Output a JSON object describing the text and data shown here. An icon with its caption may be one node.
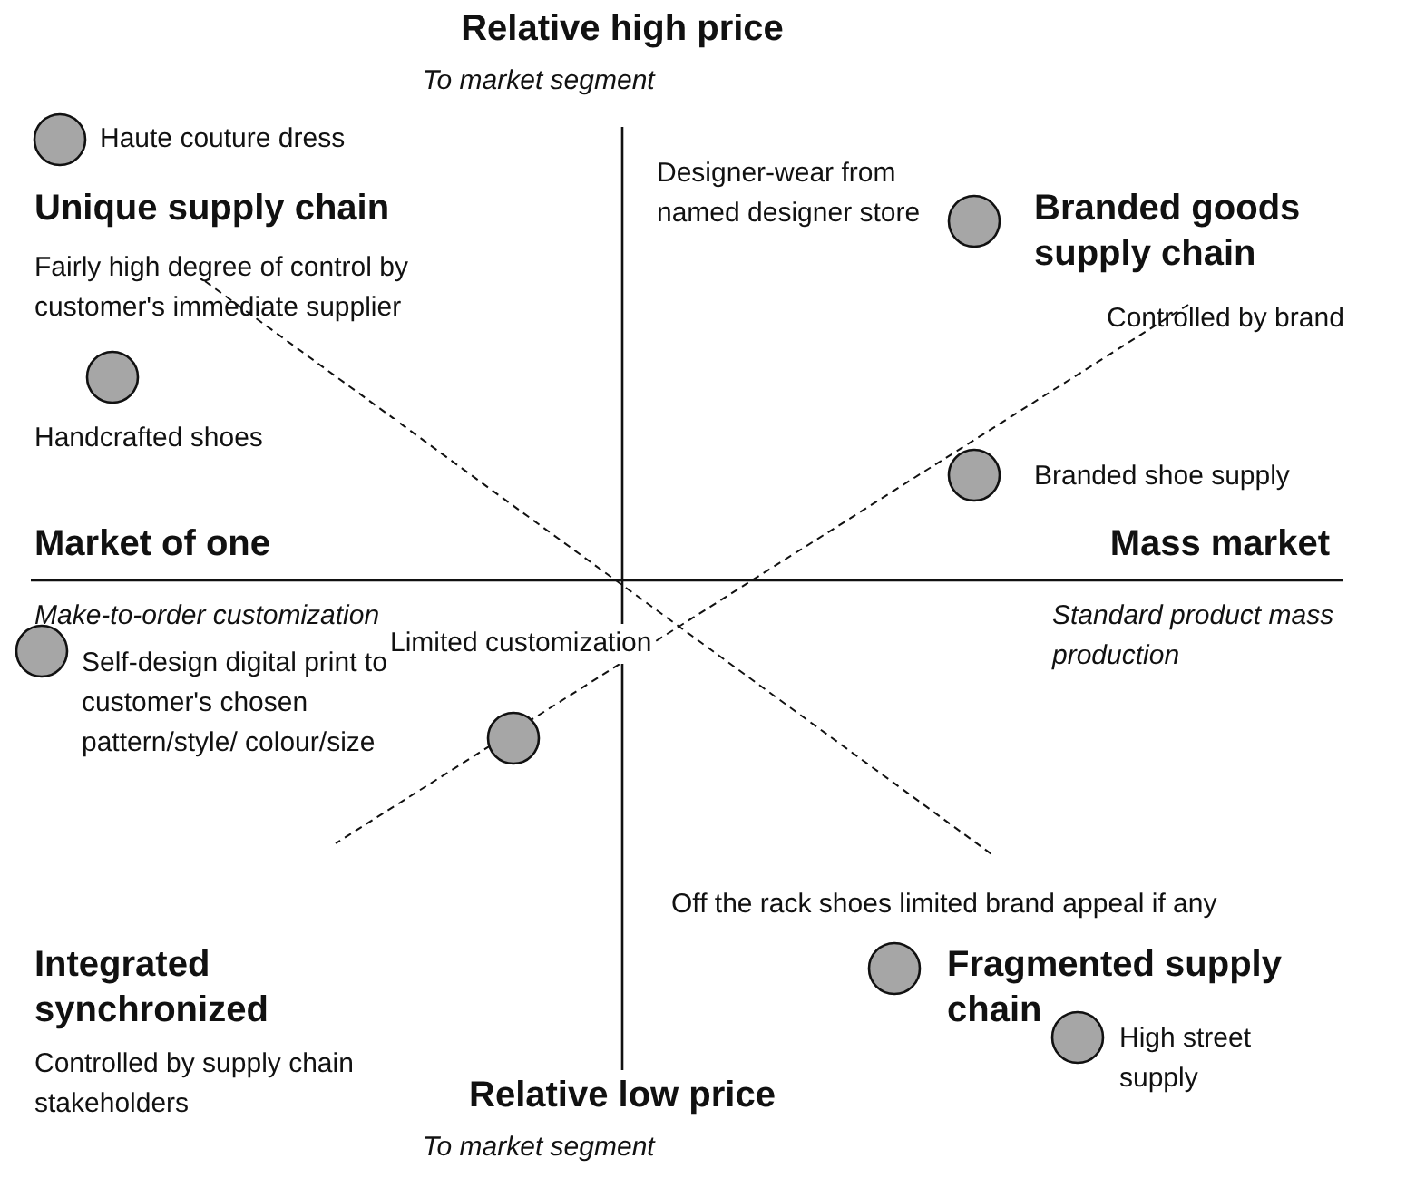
{
  "diagram": {
    "nodes": [
      {
        "text": [],
        "shape": "circle",
        "beside": [
          "Haute couture dress"
        ]
      },
      {
        "text": [],
        "shape": "circle",
        "beside": [
          "Handcrafted shoes"
        ]
      },
      {
        "text": [],
        "shape": "circle"
      },
      {
        "text": [],
        "shape": "circle",
        "beside": [
          "Branded shoe supply"
        ]
      },
      {
        "text": [],
        "shape": "circle",
        "beside": [
          "Self-design digital print to customer's chosen pattern/style/ colour/size"
        ]
      },
      {
        "text": [],
        "shape": "circle",
        "beside": [
          "Limited customization"
        ]
      },
      {
        "text": [],
        "shape": "circle"
      },
      {
        "text": [],
        "shape": "circle",
        "beside": [
          "High street supply"
        ]
      }
    ],
    "edges": [],
    "labels": [
      "Relative high price",
      "To market segment",
      "Unique supply chain",
      "Fairly high degree of control by customer's immediate supplier",
      "Designer-wear from named designer store",
      "Branded goods supply chain",
      "Controlled by brand",
      "Market of one",
      "Mass market",
      "Make-to-order customization",
      "Standard product mass production",
      "Off the rack shoes limited brand appeal if any",
      "Integrated synchronized",
      "Fragmented supply chain",
      "Controlled by supply chain stakeholders",
      "Relative low price",
      "To market segment"
    ]
  }
}
